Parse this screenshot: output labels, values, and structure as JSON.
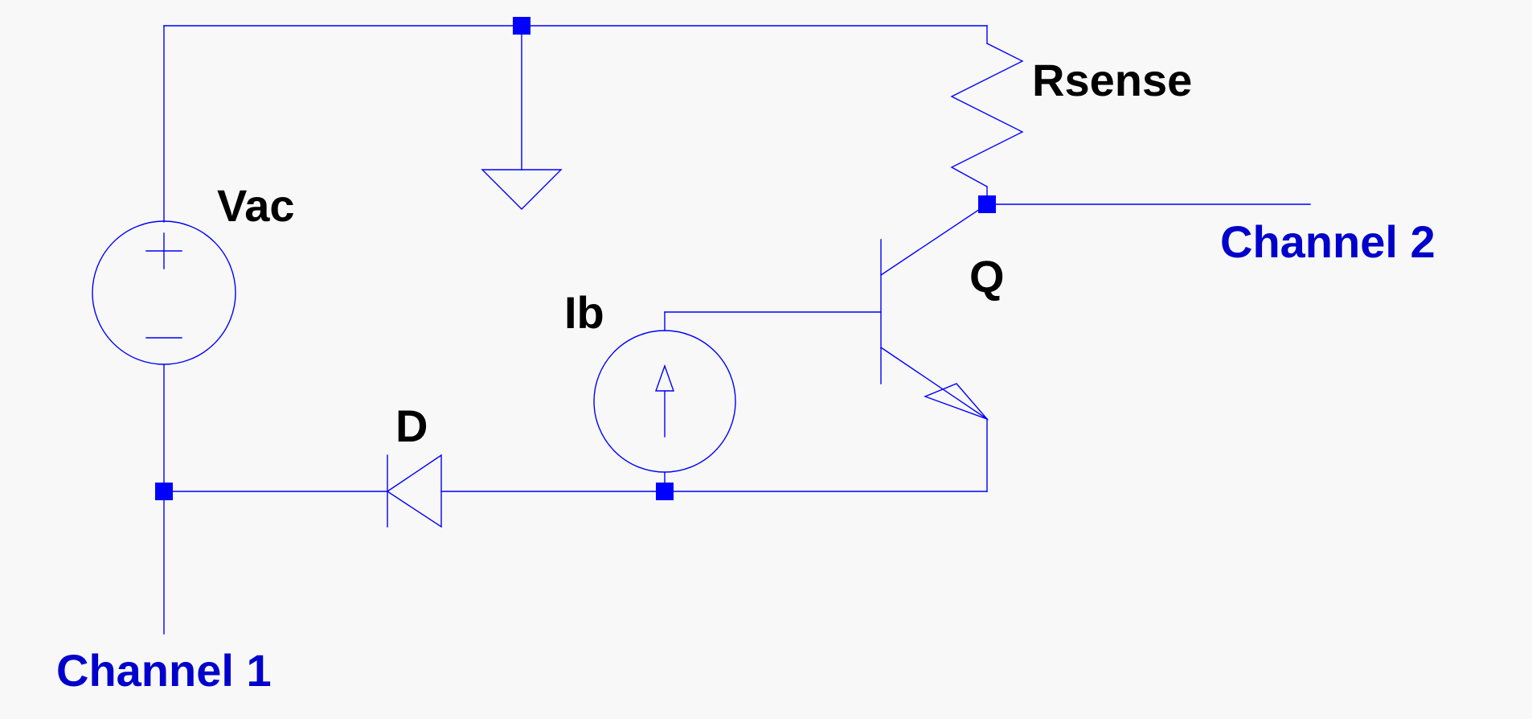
{
  "schematic": {
    "components": {
      "source_v": "Vac",
      "source_i": "Ib",
      "resistor": "Rsense",
      "diode": "D",
      "transistor": "Q"
    },
    "nets": {
      "channel_1": "Channel 1",
      "channel_2": "Channel 2"
    },
    "colors": {
      "wire": "#0000ff",
      "net_label": "#0000cc",
      "component_label": "#000000",
      "background": "#f8f8f8"
    }
  }
}
